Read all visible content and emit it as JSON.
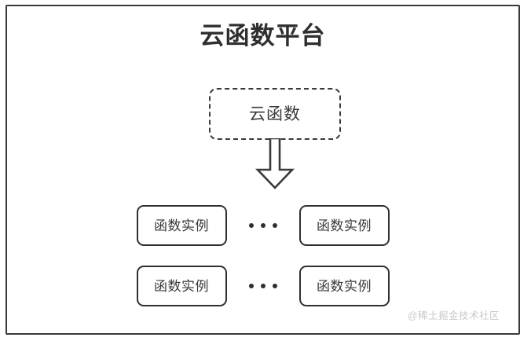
{
  "diagram": {
    "type": "block-diagram",
    "title": "云函数平台",
    "frame_label": "云函数平台",
    "cloud_function": {
      "label": "云函数",
      "style": "dashed-rounded-box"
    },
    "arrow": {
      "name": "down-block-arrow",
      "direction": "down",
      "style": "hollow-outline"
    },
    "rows": [
      {
        "left_box": {
          "label": "函数实例"
        },
        "ellipsis": "•••",
        "right_box": {
          "label": "函数实例"
        }
      },
      {
        "left_box": {
          "label": "函数实例"
        },
        "ellipsis": "•••",
        "right_box": {
          "label": "函数实例"
        }
      }
    ],
    "watermark": "@稀土掘金技术社区",
    "colors": {
      "stroke": "#2f2f31",
      "dashed_stroke": "#3a3a3c",
      "text": "#3a3a3c",
      "title_text": "#2f2f31",
      "background": "#ffffff",
      "watermark_text": "#c9c9cc"
    }
  }
}
